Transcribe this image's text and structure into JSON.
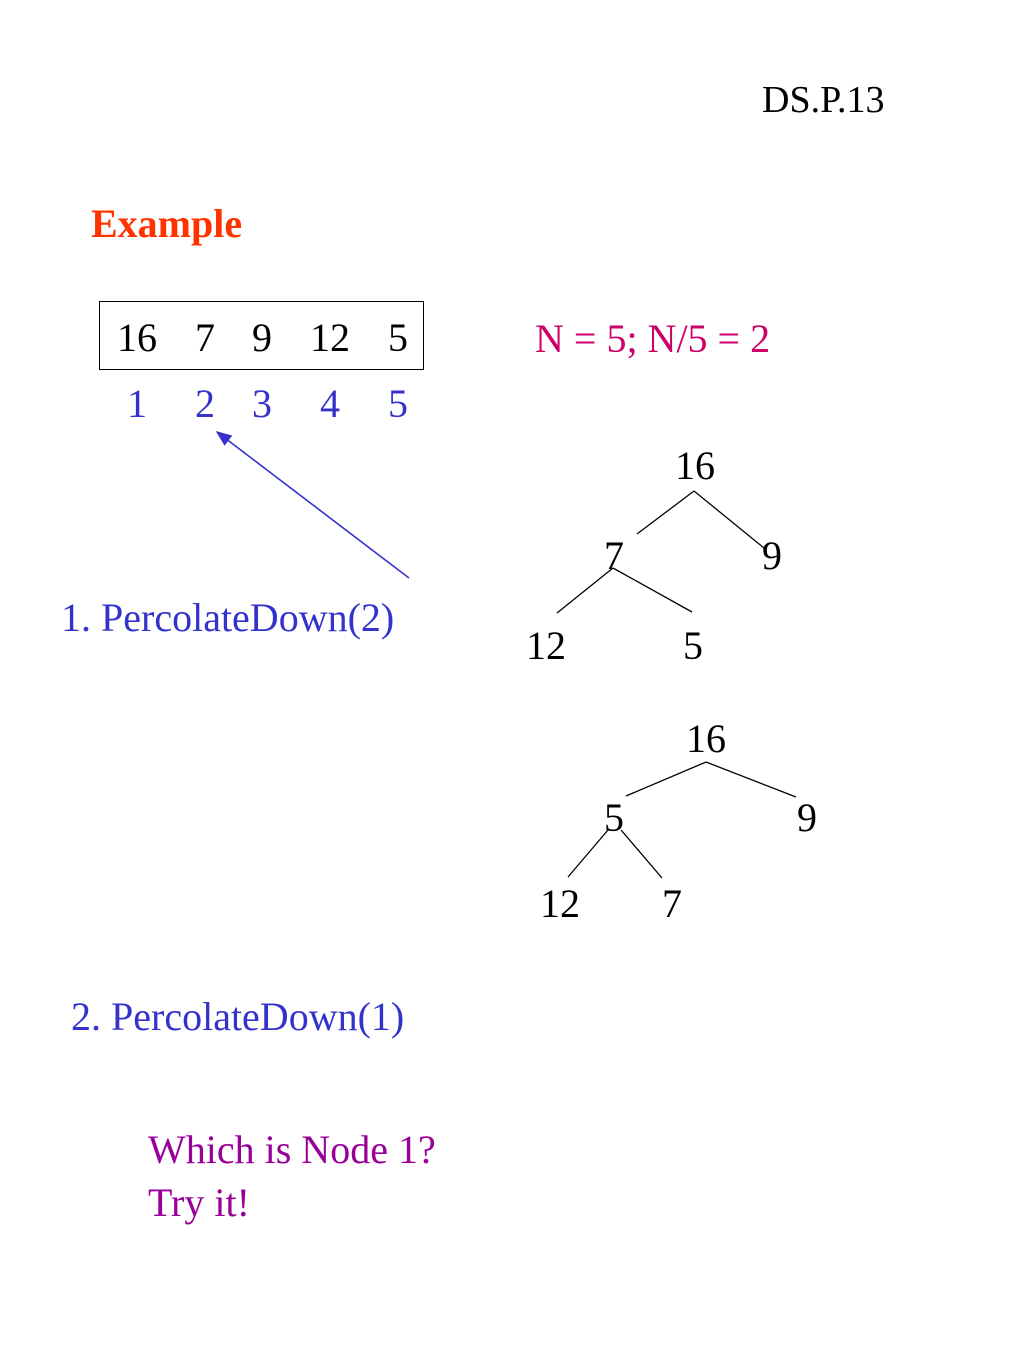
{
  "slide_id": "DS.P.13",
  "title": "Example",
  "array": {
    "values": [
      "16",
      "7",
      "9",
      "12",
      "5"
    ],
    "indices": [
      "1",
      "2",
      "3",
      "4",
      "5"
    ]
  },
  "formula": "N = 5;  N/5 = 2",
  "steps": {
    "step1": "1. PercolateDown(2)",
    "step2": "2. PercolateDown(1)"
  },
  "tree1": {
    "root": "16",
    "left": "7",
    "right": "9",
    "left_left": "12",
    "left_right": "5"
  },
  "tree2": {
    "root": "16",
    "left": "5",
    "right": "9",
    "left_left": "12",
    "left_right": "7"
  },
  "question": {
    "line1": "Which is Node 1?",
    "line2": "Try it!"
  },
  "colors": {
    "title": "#ff3300",
    "steps": "#3333cc",
    "indices": "#3333cc",
    "formula": "#cc0066",
    "question": "#990099",
    "arrow": "#3333cc"
  }
}
